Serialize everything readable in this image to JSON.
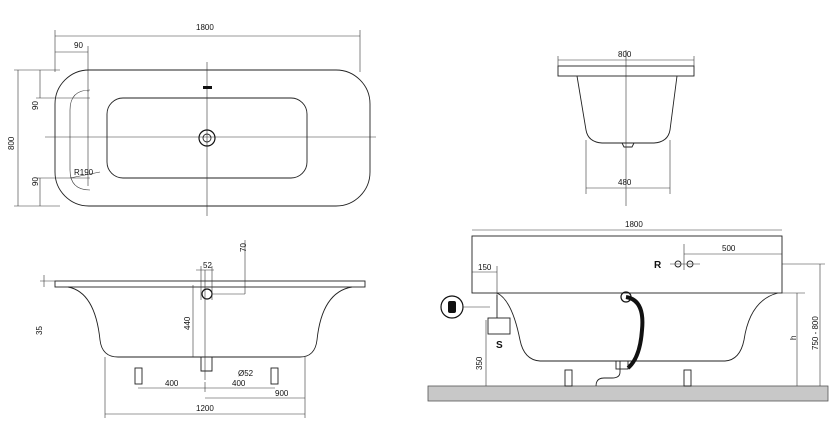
{
  "top_view": {
    "width": "1800",
    "rim_top": "90",
    "rim_left_upper": "90",
    "rim_left_lower": "90",
    "height": "800",
    "radius": "R190"
  },
  "end_view": {
    "top_width": "800",
    "bottom_width": "480"
  },
  "side_view_left": {
    "dim_70": "70",
    "dim_52": "52",
    "dim_440": "440",
    "dim_35": "35",
    "drain_dia": "Ø52",
    "dim_400_left": "400",
    "dim_400_right": "400",
    "dim_900": "900",
    "dim_1200": "1200"
  },
  "side_view_right": {
    "length": "1800",
    "dim_500": "500",
    "dim_150": "150",
    "label_r": "R",
    "label_s": "S",
    "dim_350": "350",
    "label_h": "h",
    "height_range": "750 - 800"
  }
}
